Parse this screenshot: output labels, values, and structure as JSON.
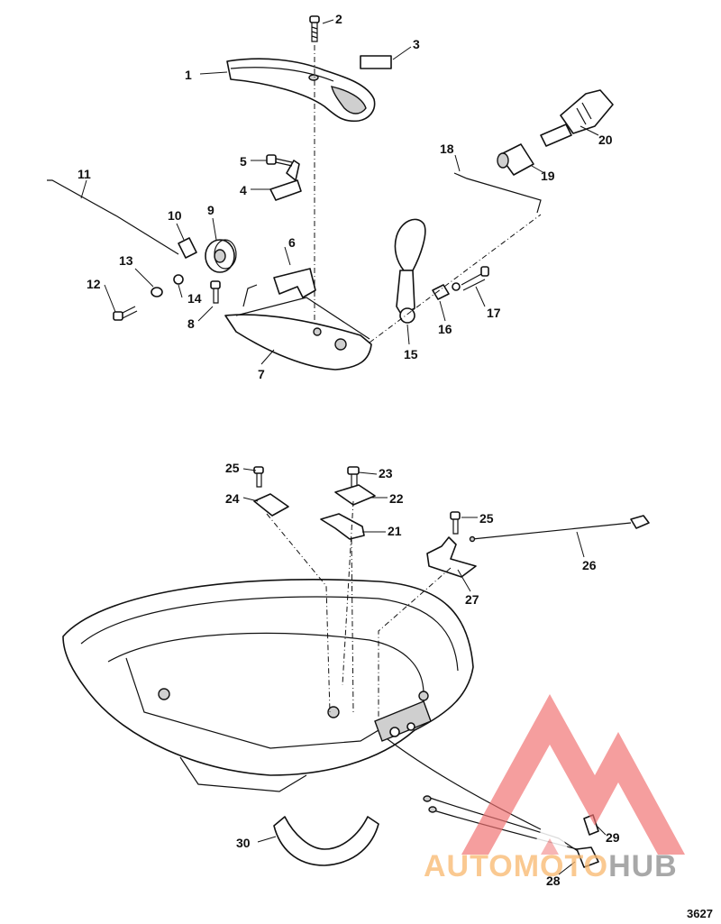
{
  "callouts": [
    {
      "id": "1",
      "label": "1"
    },
    {
      "id": "2",
      "label": "2"
    },
    {
      "id": "3",
      "label": "3"
    },
    {
      "id": "4",
      "label": "4"
    },
    {
      "id": "5",
      "label": "5"
    },
    {
      "id": "6",
      "label": "6"
    },
    {
      "id": "7",
      "label": "7"
    },
    {
      "id": "8",
      "label": "8"
    },
    {
      "id": "9",
      "label": "9"
    },
    {
      "id": "10",
      "label": "10"
    },
    {
      "id": "11",
      "label": "11"
    },
    {
      "id": "12",
      "label": "12"
    },
    {
      "id": "13",
      "label": "13"
    },
    {
      "id": "14",
      "label": "14"
    },
    {
      "id": "15",
      "label": "15"
    },
    {
      "id": "16",
      "label": "16"
    },
    {
      "id": "17",
      "label": "17"
    },
    {
      "id": "18",
      "label": "18"
    },
    {
      "id": "19",
      "label": "19"
    },
    {
      "id": "20",
      "label": "20"
    },
    {
      "id": "21",
      "label": "21"
    },
    {
      "id": "22",
      "label": "22"
    },
    {
      "id": "23",
      "label": "23"
    },
    {
      "id": "24",
      "label": "24"
    },
    {
      "id": "25a",
      "label": "25"
    },
    {
      "id": "25b",
      "label": "25"
    },
    {
      "id": "26",
      "label": "26"
    },
    {
      "id": "27",
      "label": "27"
    },
    {
      "id": "28",
      "label": "28"
    },
    {
      "id": "29",
      "label": "29"
    },
    {
      "id": "30",
      "label": "30"
    }
  ],
  "watermark": {
    "text_color": "AUTOMOTO",
    "text_dark": "HUB",
    "color_accent": "#f07070",
    "color_accent_light": "#f8c070",
    "color_dark": "#9a9a9a"
  },
  "reference_number": "3627"
}
